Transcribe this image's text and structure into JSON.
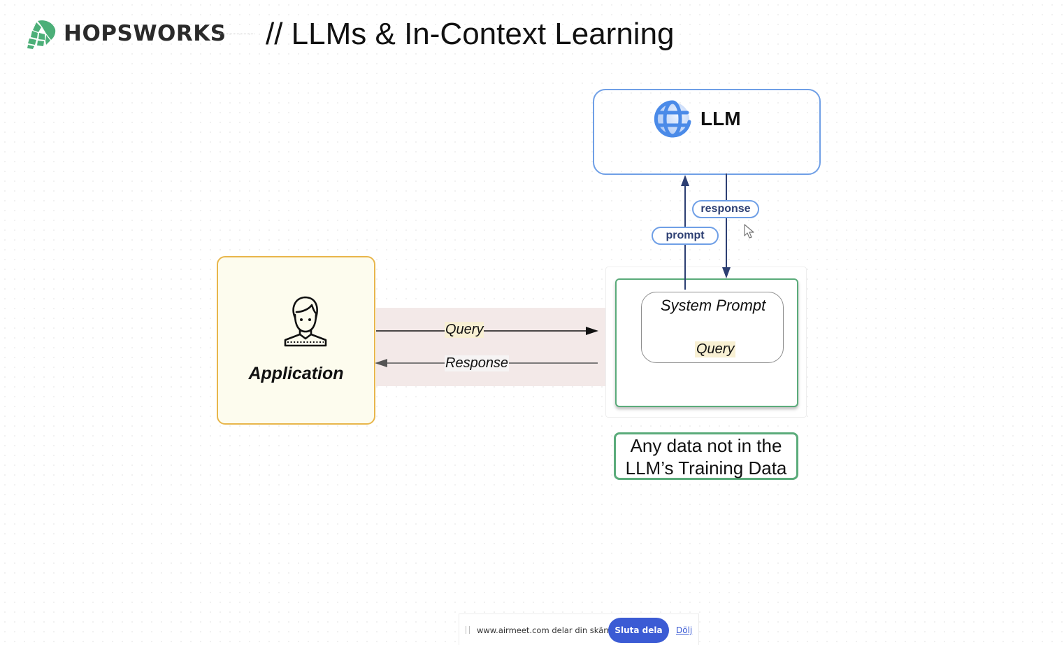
{
  "header": {
    "brand": "HOPSWORKS",
    "title": "// LLMs & In-Context Learning"
  },
  "colors": {
    "brand_green": "#4caf78",
    "llm_blue": "#6f9fe6",
    "arrow_navy": "#2d3f73",
    "app_border": "#e8b64b",
    "app_fill": "#fdfcee",
    "context_green": "#5aab7a",
    "channel_fill": "#f3e9e8",
    "highlight_yellow": "#f8f0d3",
    "share_button": "#3b5bd4"
  },
  "diagram": {
    "llm": {
      "label": "LLM",
      "icon": "globe-icon"
    },
    "edges": {
      "prompt_label": "prompt",
      "response_label": "response"
    },
    "application": {
      "label": "Application",
      "icon": "user-icon"
    },
    "flows": {
      "query_label": "Query",
      "response_label": "Response"
    },
    "context": {
      "system_prompt_label": "System Prompt",
      "query_label": "Query"
    },
    "note": {
      "line1": "Any data not in the",
      "line2": "LLM’s Training Data"
    }
  },
  "share_bar": {
    "message": "www.airmeet.com delar din skärm.",
    "stop_button": "Sluta dela",
    "hide_link": "Dölj"
  }
}
